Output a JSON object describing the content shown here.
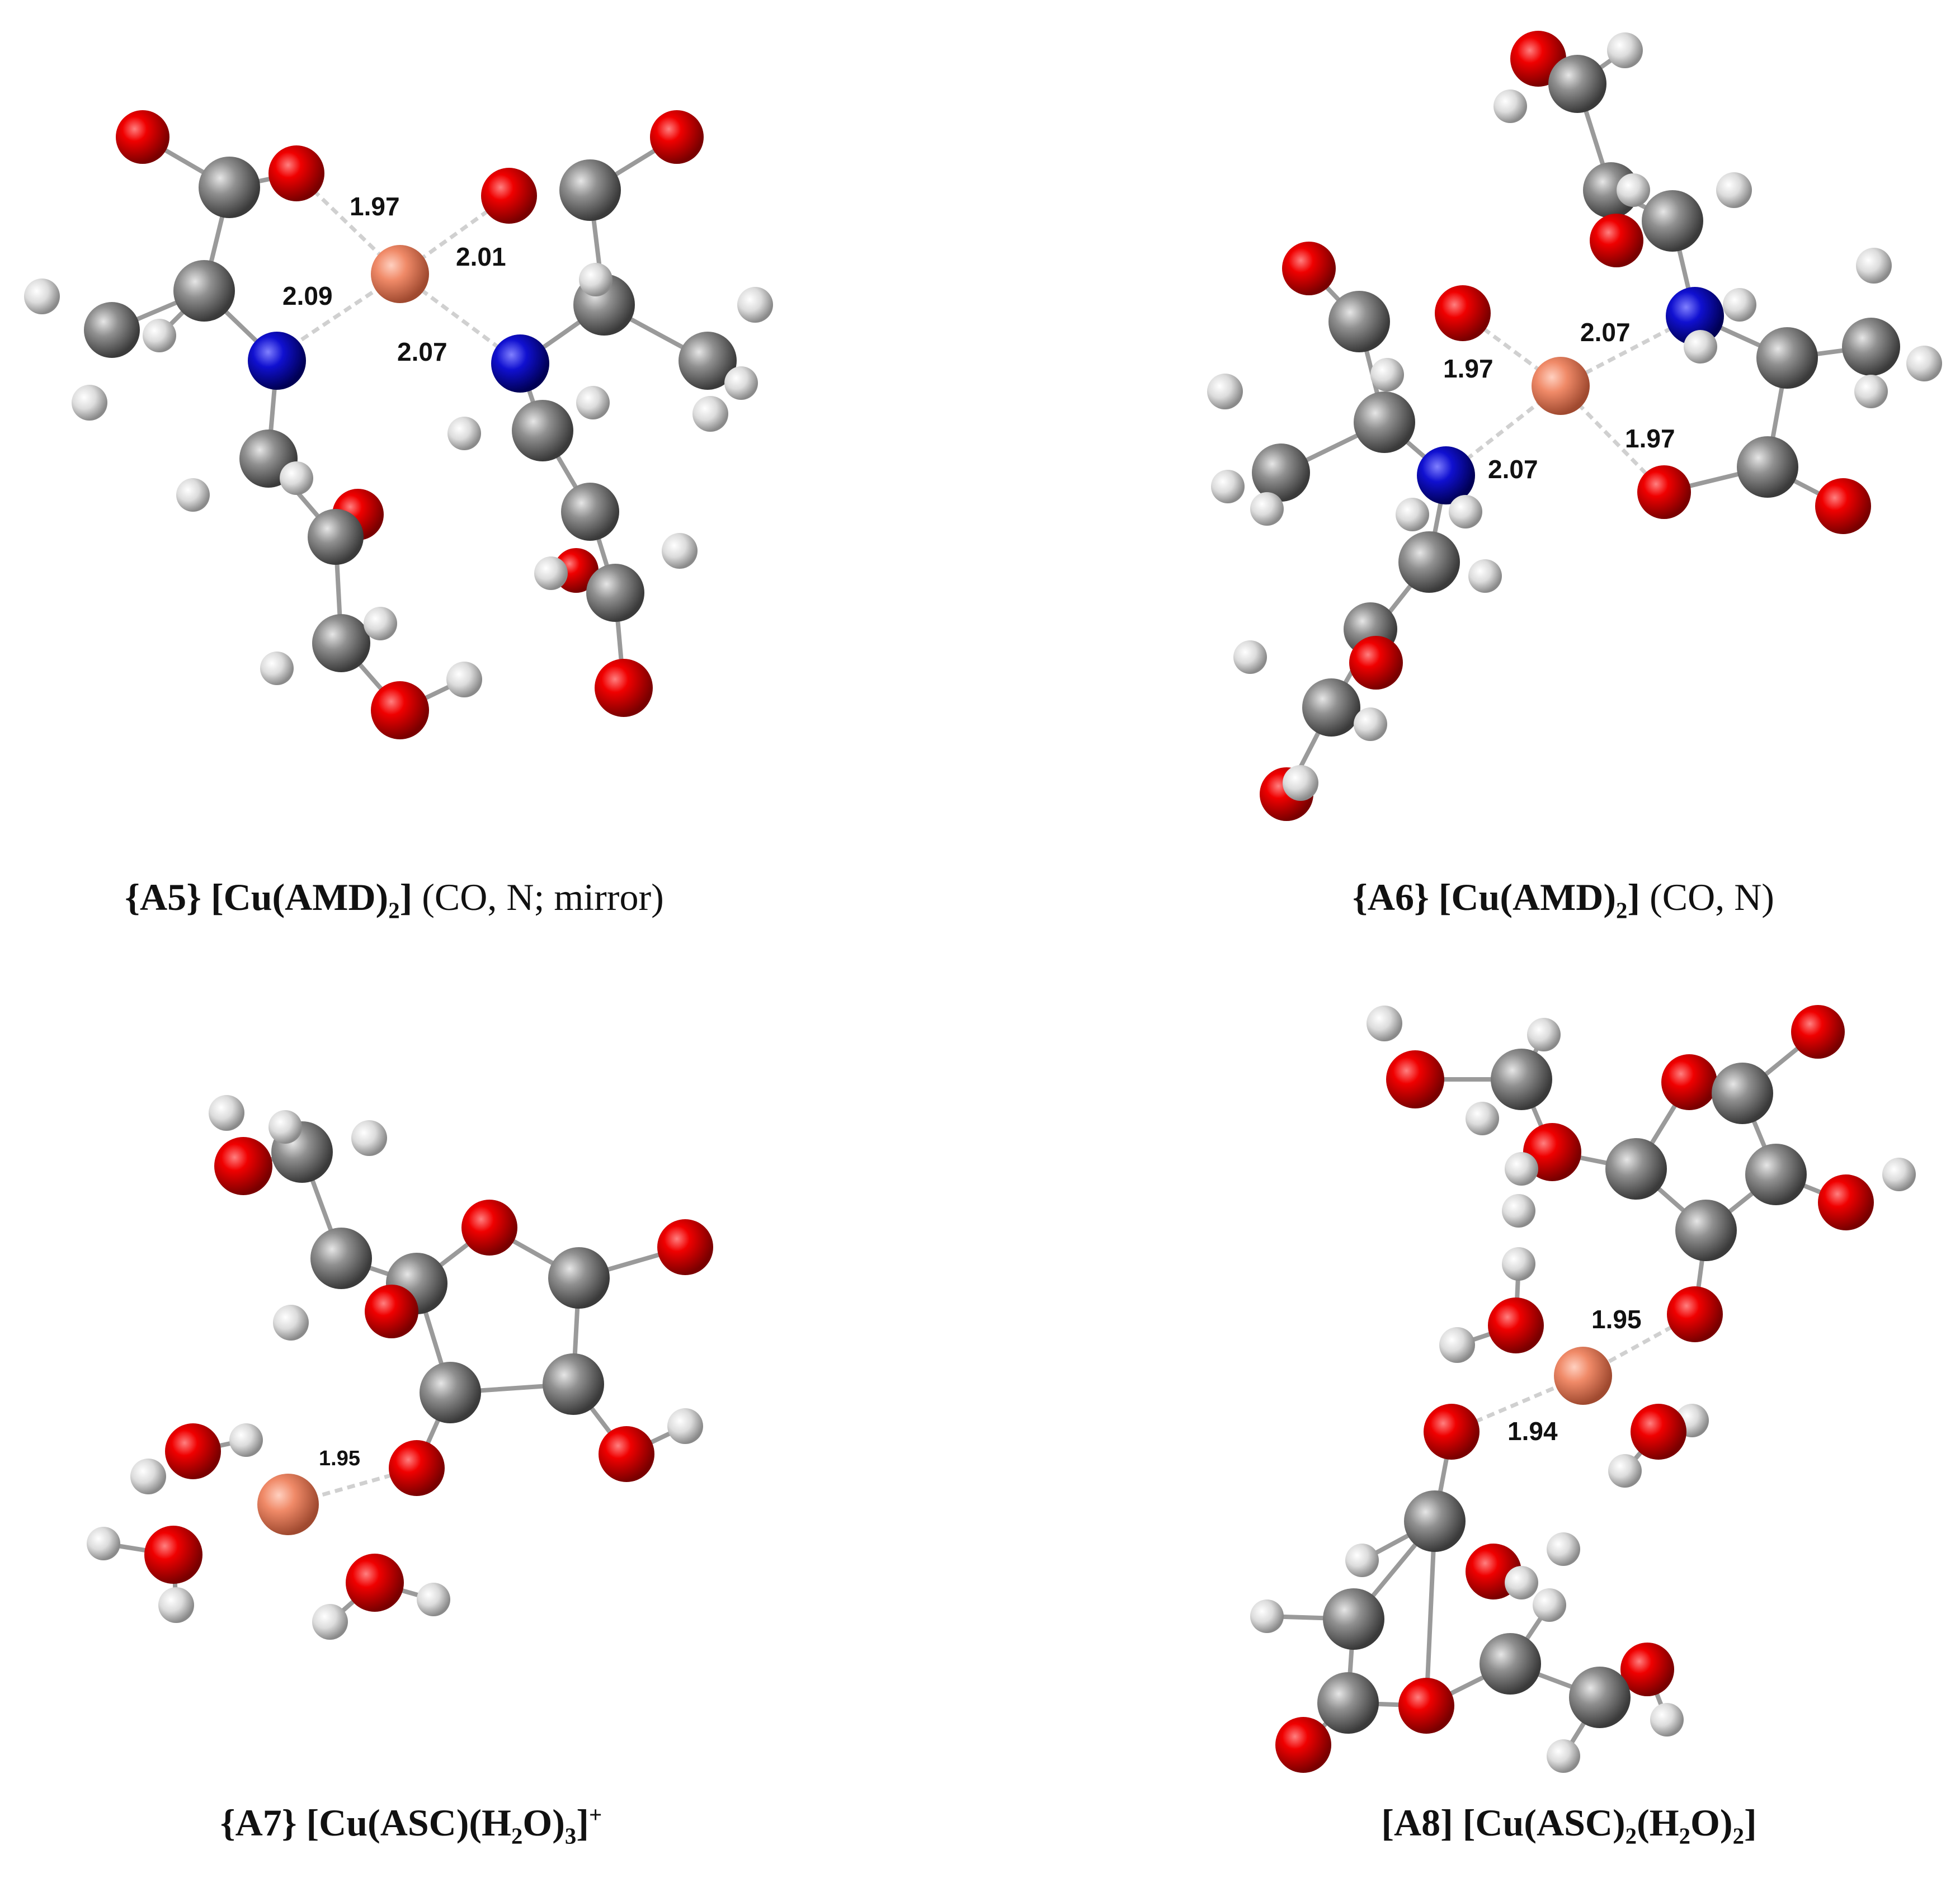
{
  "panels": [
    {
      "id": "A5",
      "caption": {
        "tag": "{A5}",
        "formula": "[Cu(AMD)",
        "sub": "2",
        "close": "]",
        "note": "(CO, N; mirror)"
      },
      "distances": [
        "1.97",
        "2.01",
        "2.09",
        "2.07"
      ]
    },
    {
      "id": "A6",
      "caption": {
        "tag": "{A6}",
        "formula": "[Cu(AMD)",
        "sub": "2",
        "close": "]",
        "note": "(CO, N)"
      },
      "distances": [
        "2.07",
        "1.97",
        "1.97",
        "2.07"
      ]
    },
    {
      "id": "A7",
      "caption": {
        "text": "{A7} [Cu(ASC)(H",
        "sub": "2",
        "mid": "O)",
        "sub2": "3",
        "close": "]",
        "sup": "+"
      },
      "distances": [
        "1.95"
      ]
    },
    {
      "id": "A8",
      "caption": {
        "text": "[A8] [Cu(ASC)",
        "sub": "2",
        "mid": "(H",
        "sub2": "2",
        "mid2": "O)",
        "sub3": "2",
        "close": "]"
      },
      "distances": [
        "1.95",
        "1.94"
      ]
    }
  ],
  "colors": {
    "O": "#e20000",
    "C": "#8a8a8a",
    "N": "#1010cc",
    "H": "#e8e8e8",
    "Cu": "#f08a68"
  }
}
